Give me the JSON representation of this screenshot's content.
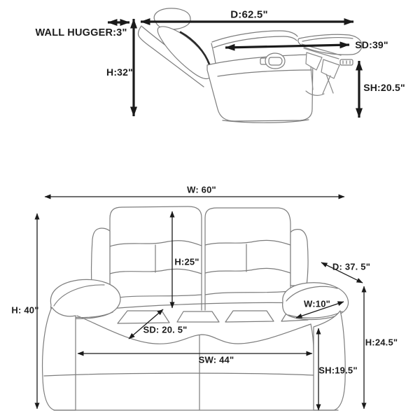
{
  "diagram_title": "recliner-and-loveseat-dimension-diagram",
  "colors": {
    "background": "#ffffff",
    "furniture_line": "#7d7d7d",
    "dimension_line": "#1a1a1a",
    "text": "#1c1c1c"
  },
  "recliner": {
    "view": "reclined-chair-side-view",
    "labels": {
      "depth": "D:62.5\"",
      "wall_hugger": "WALL HUGGER:3\"",
      "height": "H:32\"",
      "seat_depth": "SD:39\"",
      "seat_height": "SH:20.5\""
    }
  },
  "loveseat": {
    "view": "loveseat-front-view",
    "labels": {
      "width": "W: 60\"",
      "back_height": "H:25\"",
      "depth": "D: 37. 5\"",
      "arm_width": "W:10\"",
      "height": "H: 40\"",
      "seat_depth": "SD: 20. 5\"",
      "seat_width": "SW: 44\"",
      "seat_height": "SH:19.5\"",
      "arm_height": "H:24.5\""
    }
  }
}
